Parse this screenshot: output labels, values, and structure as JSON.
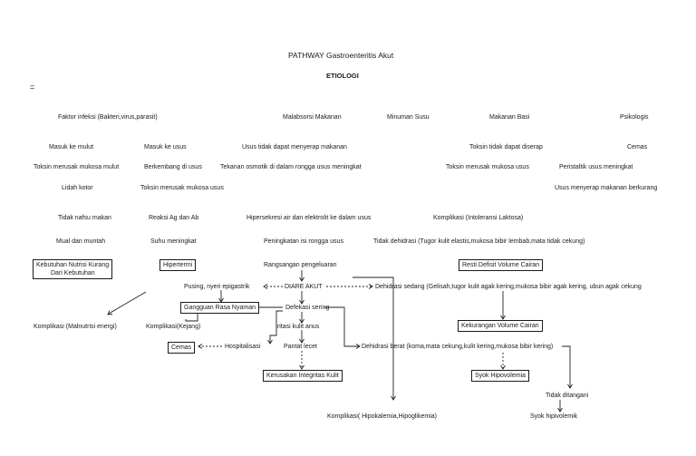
{
  "title": "PATHWAY Gastroenteritis Akut",
  "subtitle": "ETIOLOGI",
  "marker": "=",
  "etiologi": {
    "faktor_infeksi": "Faktor infeksi (Bakteri,virus,parasit)",
    "malabsorsi": "Malabsorsi Makanan",
    "minuman_susu": "Minuman Susu",
    "makanan_basi": "Makanan Basi",
    "psikologis": "Psikologis"
  },
  "row1": {
    "masuk_mulut": "Masuk ke mulut",
    "masuk_usus": "Masuk ke usus",
    "usus_tidak_menyerap": "Usus tidak dapat menyerap makanan",
    "toksin_tidak_diserap": "Toksin tidak dapat diserap",
    "cemas": "Cemas"
  },
  "row2": {
    "toksin_merusak_mulut": "Toksin merusak mukosa mulut",
    "berkembang_usus": "Berkembang di usus",
    "tekanan_osmotik": "Tekanan osmotik di dalam rongga usus meningkat",
    "toksin_merusak_usus": "Toksin merusak mukosa usus",
    "peristaltik": "Peristaltik usus meningkat"
  },
  "row3": {
    "lidah_kotor": "Lidah kotor",
    "toksin_merusak_usus2": "Toksin merusak mukosa usus",
    "usus_menyerap": "Usus menyerap makanan berkurang"
  },
  "row4": {
    "tidak_nafsu": "Tidak nafsu makan",
    "reaksi_ag_ab": "Reaksi Ag dan Ab",
    "hipersekresi": "Hipersekresi air dan elektrolit ke dalam usus",
    "komplikasi_laktosa": "Komplikasi (Intoleransi Laktosa)"
  },
  "row5": {
    "mual_muntah": "Mual dan muntah",
    "suhu_meningkat": "Suhu meningkat",
    "peningkatan_isi": "Peningkatan isi rongga usus",
    "tidak_dehidrasi": "Tidak dehidrasi (Tugor kulit elastis,mukosa bibir lembab,mata tidak cekung)"
  },
  "row6": {
    "nutrisi_line1": "Kebutuhan Nutrisi Kurang",
    "nutrisi_line2": "Dari Kebutuhan",
    "hipertermi": "Hipertermi",
    "rangsangan": "Rangsangan pengeluaran",
    "resti_defisit": "Resti Defisit Volume Cairan"
  },
  "row7": {
    "pusing": "Pusing, nyeri epigastrik",
    "diare_akut": "DIARE AKUT",
    "dehidrasi_sedang": "Dehidrasi sedang (Gelisah,tugor kulit agak kering,mukosa bibir agak kering, ubun agak cekung"
  },
  "row8": {
    "gangguan_nyaman": "Gangguan Rasa Nyaman",
    "defekasi": "Defekasi sering"
  },
  "row9": {
    "komplikasi_malnutrisi": "Komplikasi (Malnutrisi energi)",
    "komplikasi_kejang": "Komplikasi(Kejang)",
    "iritasi_kulit": "Iritasi kulit anus",
    "kekurangan_volume": "Kekurangan Volume Cairan"
  },
  "row10": {
    "cemas_box": "Cemas",
    "hospitalisasi": "Hospitalisasi",
    "pantat_lecet": "Pantat lecet",
    "dehidrasi_berat": "Dehidrasi berat (koma,mata cekung,kulit kering,mukosa bibir kering)"
  },
  "row11": {
    "kerusakan_kulit": "Kerusakan Integritas Kulit",
    "syok_hipovolemia": "Syok Hipovolemia"
  },
  "row12": {
    "tidak_ditangani": "Tidak ditangani",
    "komplikasi_hipo": "Komplikasi( Hipokalemia,Hipoglikemia)",
    "syok_hipivolemik": "Syok hipivolemik"
  }
}
